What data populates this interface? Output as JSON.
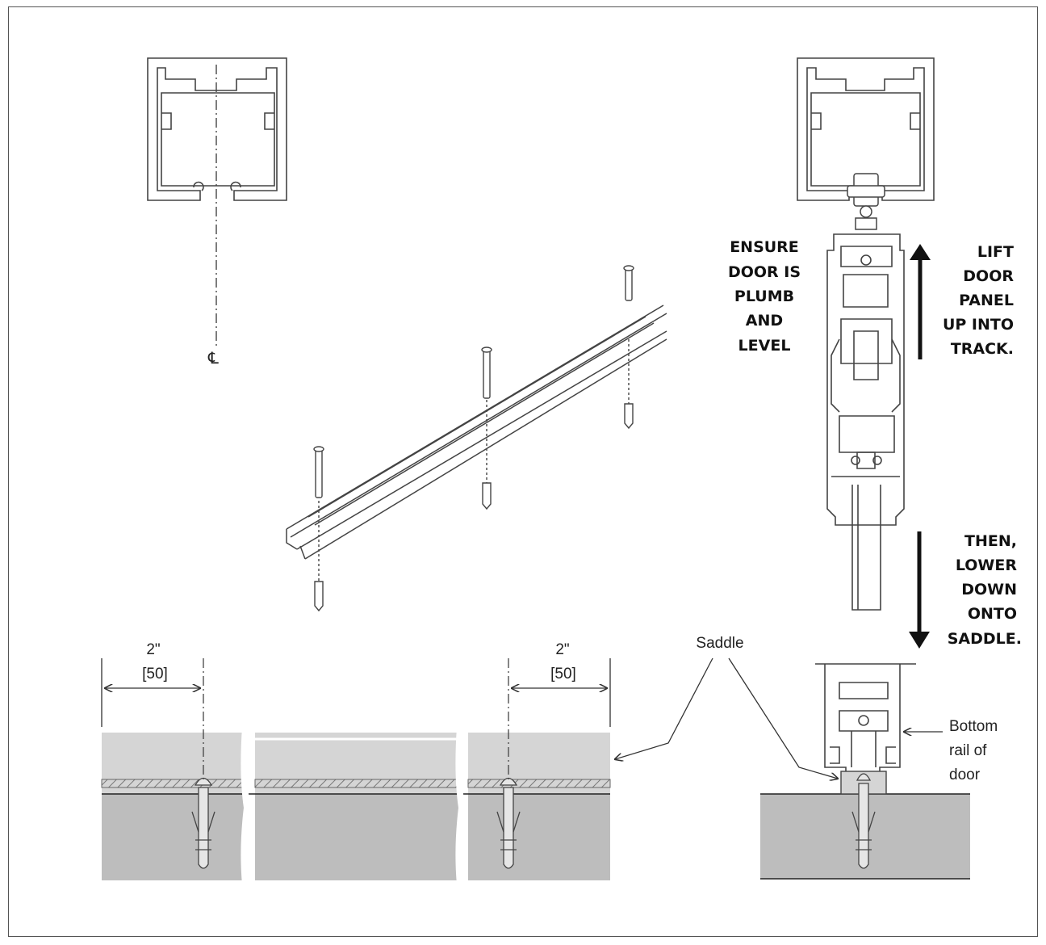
{
  "labels": {
    "centerline": "℄",
    "ensure_lines": [
      "ENSURE",
      "DOOR IS",
      "PLUMB",
      "AND",
      "LEVEL"
    ],
    "lift_lines": [
      "LIFT",
      "DOOR",
      "PANEL",
      "UP INTO",
      "TRACK."
    ],
    "then_lines": [
      "THEN,",
      "LOWER",
      "DOWN",
      "ONTO",
      "SADDLE."
    ],
    "saddle": "Saddle",
    "bottom_rail_lines": [
      "Bottom",
      "rail of",
      "door"
    ],
    "dim_left_inch": "2\"",
    "dim_left_mm": "[50]",
    "dim_right_inch": "2\"",
    "dim_right_mm": "[50]"
  },
  "colors": {
    "line": "#333333",
    "floor_fill": "#bdbdbd",
    "saddle_fill": "#d7d7d7",
    "hatch": "#777777"
  }
}
